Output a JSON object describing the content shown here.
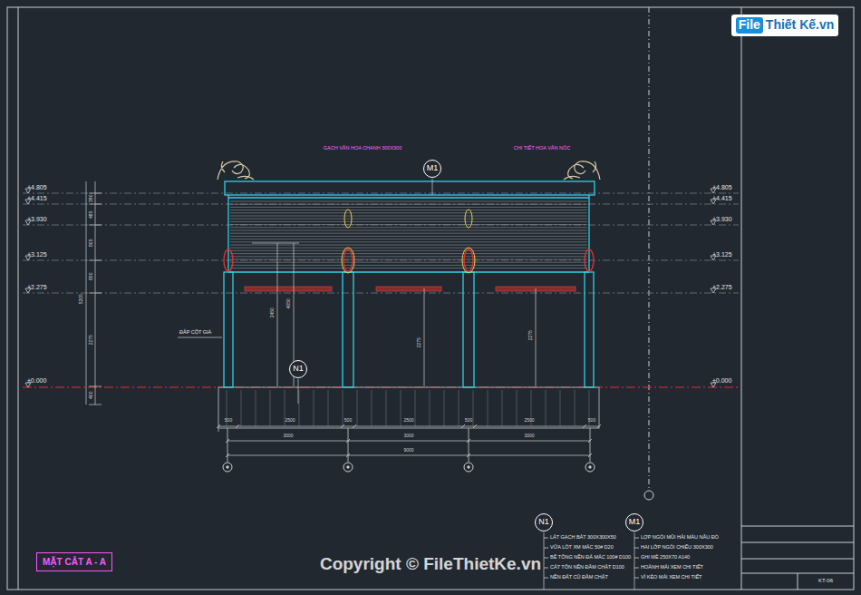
{
  "diagram": {
    "title": "MẶT CẮT A - A",
    "nodes": [
      {
        "text": [
          "M1"
        ]
      },
      {
        "text": [
          "N1"
        ]
      },
      {
        "text": [
          "N1"
        ]
      },
      {
        "text": [
          "M1"
        ]
      },
      {
        "text": [
          "File",
          "Thiết Kế.vn"
        ]
      }
    ],
    "labels": [
      "GẠCH VÂN HOA CHANH 300X300",
      "CHI TIẾT HOA VĂN NÓC",
      "+4.805",
      "+4.415",
      "+3.930",
      "+3.125",
      "+2.275",
      "±0.000",
      "+4.805",
      "+4.415",
      "+3.930",
      "+3.125",
      "+2.275",
      "±0.000",
      "390",
      "485",
      "805",
      "850",
      "2275",
      "400",
      "5205",
      "ĐẮP CỘT GIẢ",
      "2450",
      "4050",
      "2275",
      "2275",
      "500",
      "2500",
      "500",
      "2500",
      "500",
      "2500",
      "500",
      "3000",
      "3000",
      "3000",
      "9000",
      "LÁT GẠCH BÁT 300X300X50",
      "VỮA LÓT XM MÁC 50# D20",
      "BÊ TÔNG NỀN ĐÁ MÁC 100# D100",
      "CÁT TÔN NỀN ĐẦM CHẶT D100",
      "NỀN ĐẤT CŨ ĐẦM CHẶT",
      "LỢP NGÓI MŨI HÀI MÀU NÂU ĐỎ",
      "HAI LỚP NGÓI CHIẾU 300X300",
      "GHI MÈ 250X70 A140",
      "HOÀNH MÁI XEM CHI TIẾT",
      "VÌ KÈO MÁI XEM CHI TIẾT",
      "Copyright © FileThietKe.vn",
      "KT-06"
    ]
  }
}
